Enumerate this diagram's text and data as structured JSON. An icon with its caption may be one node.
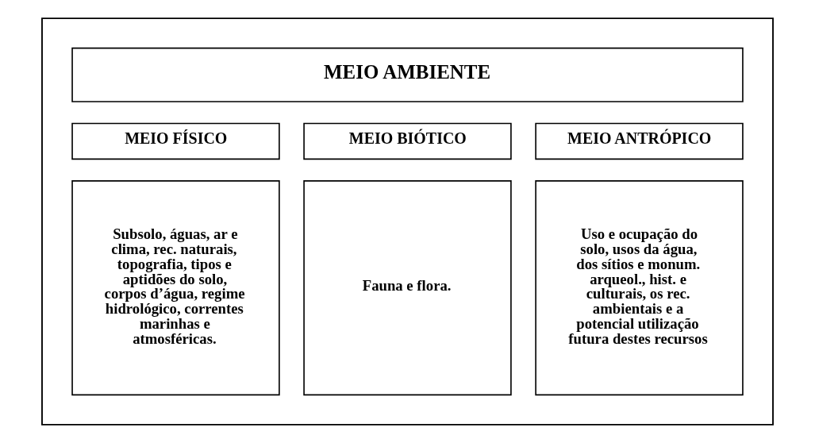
{
  "diagram": {
    "nodes": [
      {
        "text": [],
        "shape": "box"
      },
      {
        "text": [
          "MEIO AMBIENTE"
        ],
        "in": 0
      },
      {
        "text": [
          "MEIO FÍSICO"
        ],
        "in": 0
      },
      {
        "text": [
          "MEIO BIÓTICO"
        ],
        "in": 0
      },
      {
        "text": [
          "MEIO ANTRÓPICO"
        ],
        "in": 0
      },
      {
        "text": [
          "Subsolo, águas, ar e clima, rec. naturais, topografia, tipos e aptidões do solo, corpos d’água, regime hidrológico, correntes marinhas e atmosféricas."
        ],
        "in": 0
      },
      {
        "text": [
          "Fauna e flora."
        ],
        "in": 0
      },
      {
        "text": [
          "Uso e ocupação do solo, usos da água, dos sítios e monum. arqueol., hist. e culturais, os rec. ambientais e a potencial utilização futura destes recursos"
        ],
        "in": 0
      }
    ],
    "edges": []
  }
}
